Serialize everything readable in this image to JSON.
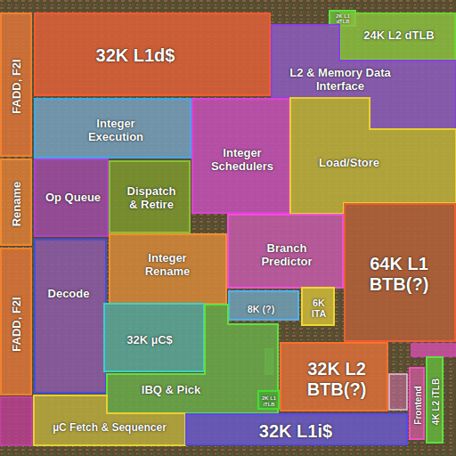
{
  "diagram": {
    "nodes": [
      {
        "text": [
          "FADD, F2I"
        ]
      },
      {
        "text": [
          "32K L1d$"
        ]
      },
      {
        "text": [
          "2K L1 dTLB"
        ]
      },
      {
        "text": [
          "24K L2 dTLB"
        ]
      },
      {
        "text": [
          "L2 & Memory Data Interface"
        ]
      },
      {
        "text": [
          "Integer Execution"
        ]
      },
      {
        "text": [
          "Integer Schedulers"
        ]
      },
      {
        "text": [
          "Load/Store"
        ]
      },
      {
        "text": [
          "Rename"
        ]
      },
      {
        "text": [
          "Op Queue"
        ]
      },
      {
        "text": [
          "Dispatch & Retire"
        ]
      },
      {
        "text": [
          "Branch Predictor"
        ]
      },
      {
        "text": [
          "64K L1 BTB(?)"
        ]
      },
      {
        "text": [
          "Integer Rename"
        ]
      },
      {
        "text": [
          "Decode"
        ]
      },
      {
        "text": [
          "8K (?)"
        ]
      },
      {
        "text": [
          "6K ITA"
        ]
      },
      {
        "text": [
          "FADD, F2I"
        ]
      },
      {
        "text": [
          "32K µC$"
        ]
      },
      {
        "text": [
          "IBQ & Pick"
        ]
      },
      {
        "text": [
          "2K L1 iTLB"
        ],
        "in": 19
      },
      {
        "text": [
          "32K L2 BTB(?)"
        ]
      },
      {
        "text": [
          "Frontend"
        ]
      },
      {
        "text": [
          "4K L2 iTLB"
        ]
      },
      {
        "text": [
          "µC Fetch & Sequencer"
        ]
      },
      {
        "text": [
          "32K L1i$"
        ]
      }
    ]
  }
}
